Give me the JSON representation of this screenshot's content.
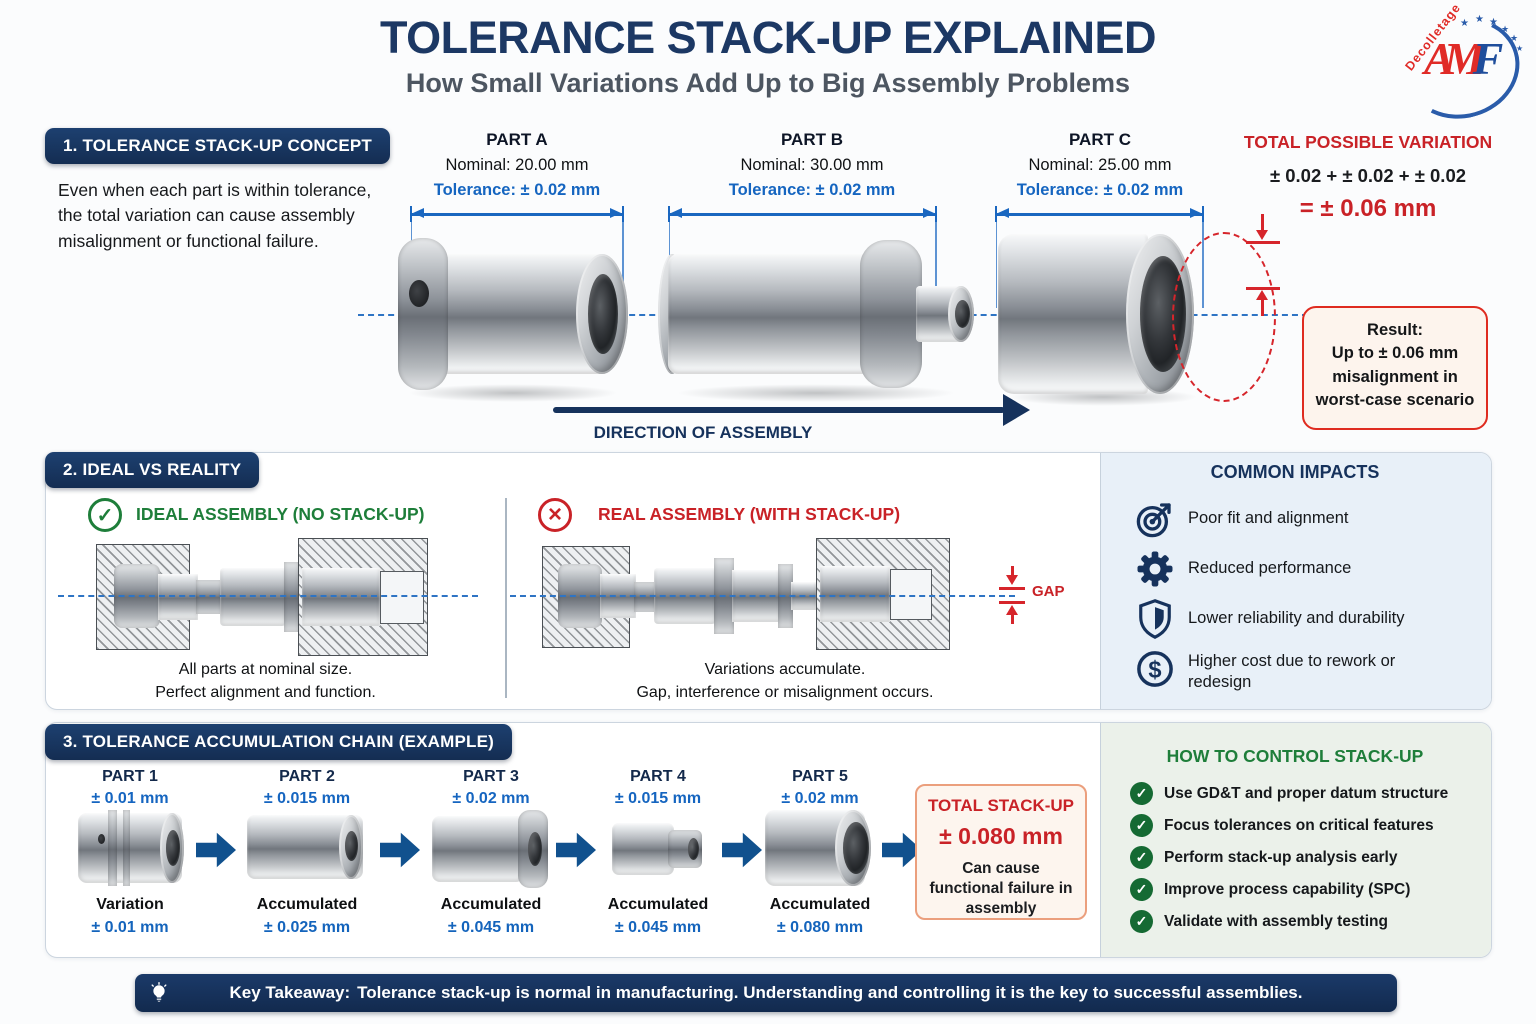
{
  "header": {
    "title": "TOLERANCE STACK-UP EXPLAINED",
    "subtitle": "How Small Variations Add Up to Big Assembly Problems"
  },
  "logo": {
    "tagline": "Decolletage",
    "letters": [
      "A",
      "M",
      "F"
    ],
    "star_glyph": "★"
  },
  "icons": {
    "check_glyph": "✓",
    "cross_glyph": "×"
  },
  "colors": {
    "navy": "#16325c",
    "blue": "#1565c0",
    "red": "#c92227",
    "green": "#1e7e3a"
  },
  "section1": {
    "badge": "1. TOLERANCE STACK-UP CONCEPT",
    "description": "Even when each part is within tolerance, the total variation can cause assembly misalignment or functional failure.",
    "parts": [
      {
        "name": "PART A",
        "nominal": "Nominal: 20.00 mm",
        "tolerance": "Tolerance: ± 0.02 mm"
      },
      {
        "name": "PART B",
        "nominal": "Nominal: 30.00 mm",
        "tolerance": "Tolerance: ± 0.02 mm"
      },
      {
        "name": "PART C",
        "nominal": "Nominal: 25.00 mm",
        "tolerance": "Tolerance: ± 0.02 mm"
      }
    ],
    "total_variation": {
      "title": "TOTAL POSSIBLE VARIATION",
      "formula": "± 0.02 + ± 0.02 + ± 0.02",
      "result": "= ± 0.06 mm"
    },
    "result_box": {
      "lines": [
        "Result:",
        "Up to ± 0.06 mm",
        "misalignment in",
        "worst-case scenario"
      ]
    },
    "direction_label": "DIRECTION OF ASSEMBLY"
  },
  "section2": {
    "badge": "2. IDEAL VS REALITY",
    "ideal": {
      "title": "IDEAL ASSEMBLY (NO STACK-UP)",
      "caption1": "All parts at nominal size.",
      "caption2": "Perfect alignment and function."
    },
    "real": {
      "title": "REAL ASSEMBLY (WITH STACK-UP)",
      "gap_label": "GAP",
      "caption1": "Variations accumulate.",
      "caption2": "Gap, interference or misalignment occurs."
    },
    "impacts": {
      "title": "COMMON IMPACTS",
      "items": [
        {
          "icon": "target-icon",
          "label": "Poor fit and alignment"
        },
        {
          "icon": "gear-icon",
          "label": "Reduced performance"
        },
        {
          "icon": "shield-icon",
          "label": "Lower reliability and durability"
        },
        {
          "icon": "dollar-icon",
          "label": "Higher cost due to rework or redesign"
        }
      ]
    }
  },
  "section3": {
    "badge": "3. TOLERANCE ACCUMULATION CHAIN (EXAMPLE)",
    "parts": [
      {
        "name": "PART 1",
        "tolerance": "± 0.01 mm",
        "bottom_label": "Variation",
        "bottom_value": "± 0.01 mm"
      },
      {
        "name": "PART 2",
        "tolerance": "± 0.015 mm",
        "bottom_label": "Accumulated",
        "bottom_value": "± 0.025 mm"
      },
      {
        "name": "PART 3",
        "tolerance": "± 0.02 mm",
        "bottom_label": "Accumulated",
        "bottom_value": "± 0.045 mm"
      },
      {
        "name": "PART 4",
        "tolerance": "± 0.015 mm",
        "bottom_label": "Accumulated",
        "bottom_value": "± 0.045 mm"
      },
      {
        "name": "PART 5",
        "tolerance": "± 0.02 mm",
        "bottom_label": "Accumulated",
        "bottom_value": "± 0.080 mm"
      }
    ],
    "total_box": {
      "title": "TOTAL STACK-UP",
      "value": "± 0.080 mm",
      "note": "Can cause functional failure in assembly"
    },
    "controls": {
      "title": "HOW TO CONTROL STACK-UP",
      "items": [
        "Use GD&T and proper datum structure",
        "Focus tolerances on critical features",
        "Perform stack-up analysis early",
        "Improve process capability (SPC)",
        "Validate with assembly testing"
      ]
    }
  },
  "footer": {
    "label": "Key Takeaway:",
    "text": "Tolerance stack-up is normal in manufacturing. Understanding and controlling it is the key to successful assemblies."
  }
}
